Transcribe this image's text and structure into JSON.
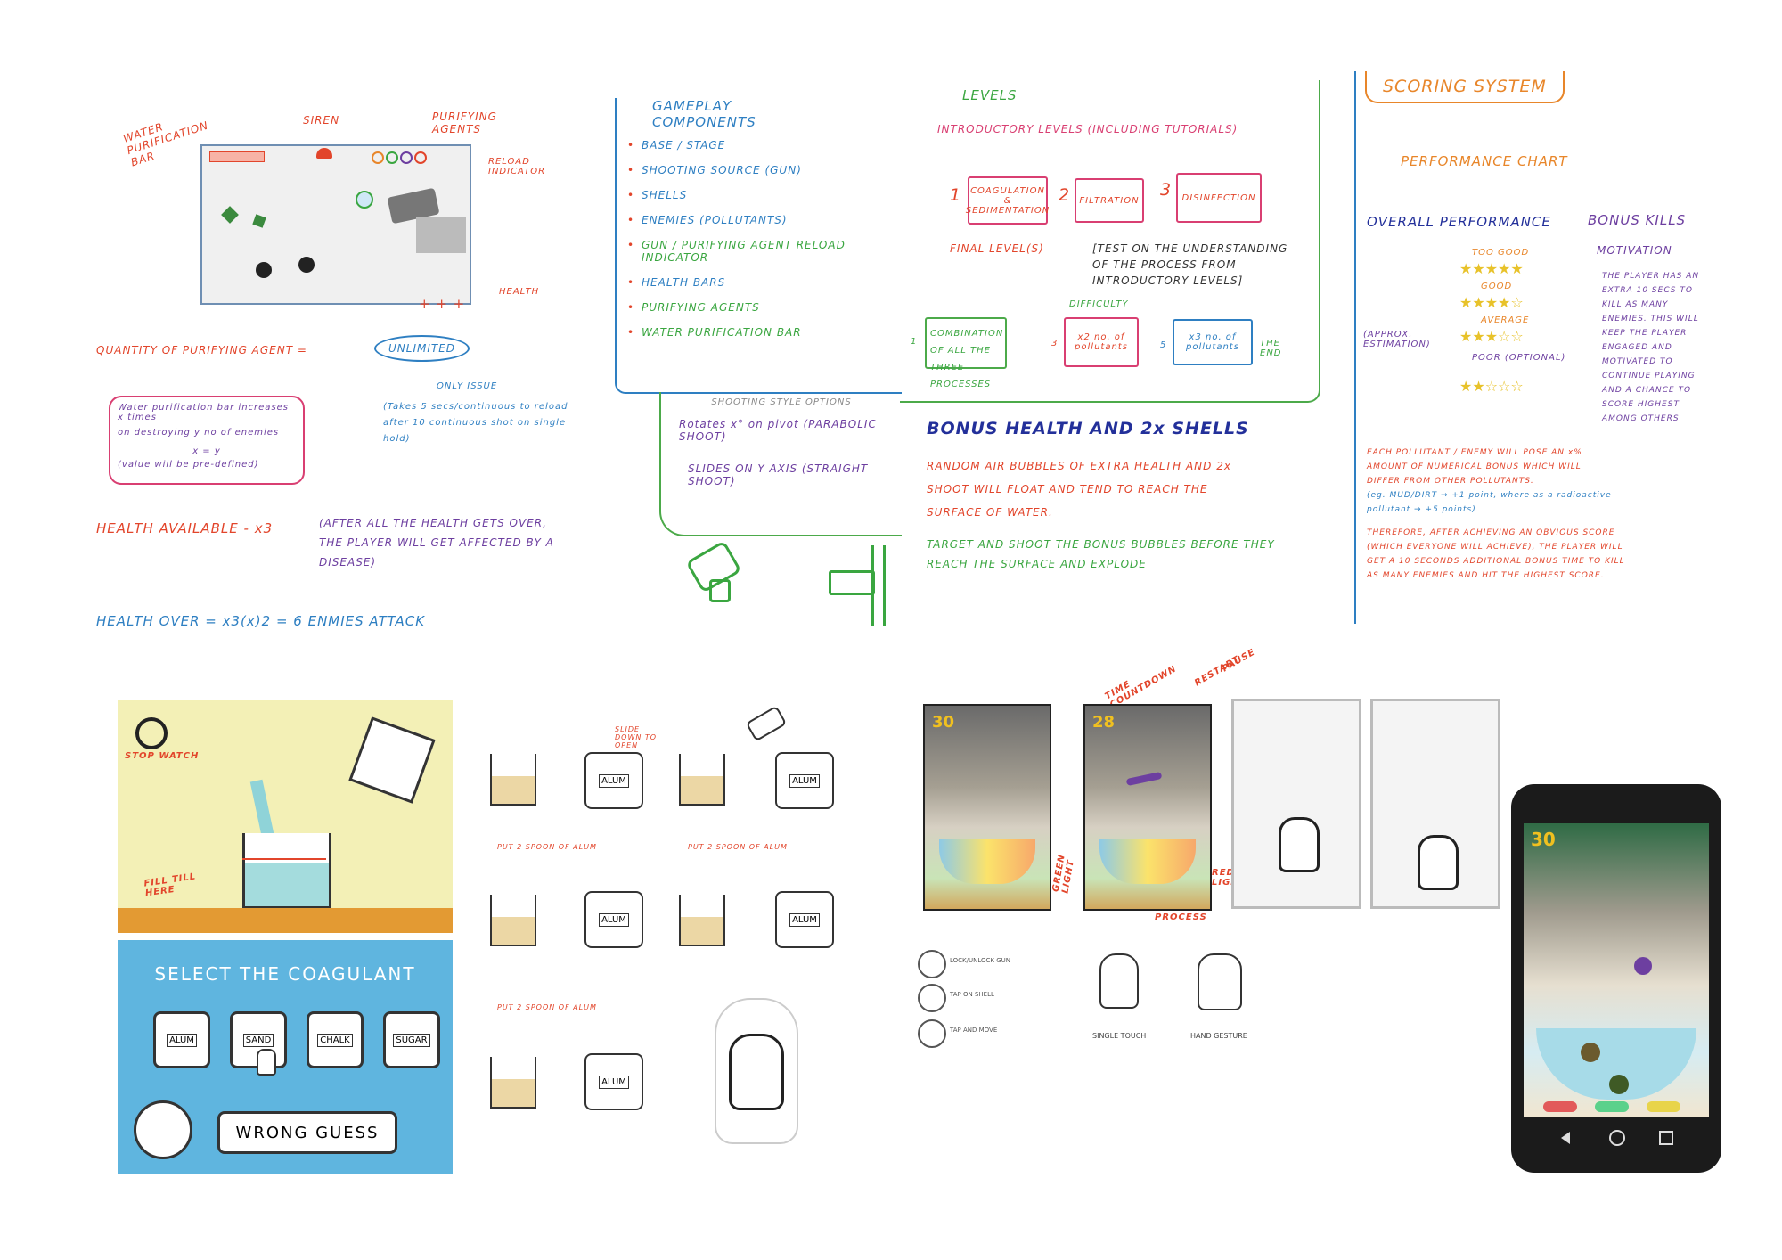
{
  "gameplay_sketch": {
    "labels": {
      "water_bar": "WATER PURIFICATION BAR",
      "siren": "SIREN",
      "purifying_agents": "PURIFYING AGENTS",
      "reload_indicator": "RELOAD INDICATOR",
      "health": "HEALTH",
      "health_marks": "+ + +"
    }
  },
  "notes": {
    "quantity_label": "QUANTITY OF PURIFYING AGENT =",
    "quantity_value": "UNLIMITED",
    "only_issue": "ONLY ISSUE",
    "only_issue_detail": "(Takes 5 secs/continuous to reload after 10 continuous shot on single hold)",
    "purple_box_line1": "Water purification bar increases x times",
    "purple_box_line2": "on destroying y no of enemies",
    "purple_box_line3": "x = y",
    "purple_box_line4": "(value will be pre-defined)",
    "health_available": "HEALTH AVAILABLE - x3",
    "health_explain": "(AFTER ALL THE HEALTH GETS OVER, THE PLAYER WILL GET AFFECTED BY A DISEASE)",
    "health_over": "HEALTH OVER = x3(x)2 = 6 ENMIES ATTACK"
  },
  "components": {
    "title": "GAMEPLAY COMPONENTS",
    "items": [
      "BASE / STAGE",
      "SHOOTING SOURCE (GUN)",
      "SHELLS",
      "ENEMIES (POLLUTANTS)",
      "GUN / PURIFYING AGENT RELOAD INDICATOR",
      "HEALTH BARS",
      "PURIFYING AGENTS",
      "WATER PURIFICATION BAR"
    ]
  },
  "shooting": {
    "title": "SHOOTING STYLE OPTIONS",
    "opt1": "Rotates x° on pivot (PARABOLIC SHOOT)",
    "opt2": "SLIDES ON Y AXIS (STRAIGHT SHOOT)"
  },
  "levels": {
    "title": "LEVELS",
    "intro": "INTRODUCTORY LEVELS (INCLUDING TUTORIALS)",
    "boxes": [
      {
        "num": "1",
        "text": "COAGULATION & SEDIMENTATION"
      },
      {
        "num": "2",
        "text": "FILTRATION"
      },
      {
        "num": "3",
        "text": "DISINFECTION"
      }
    ],
    "final": "FINAL LEVEL(S)",
    "final_note": "[TEST ON THE UNDERSTANDING OF THE PROCESS FROM INTRODUCTORY LEVELS]",
    "difficulty": "DIFFICULTY",
    "row_boxes": [
      "COMBINATION OF ALL THE THREE PROCESSES",
      "x2 no. of pollutants",
      "x3 no. of pollutants"
    ],
    "row_nums": [
      "1",
      "3",
      "5"
    ],
    "the_end": "THE END"
  },
  "bonus": {
    "title": "BONUS HEALTH AND 2x SHELLS",
    "text1": "RANDOM AIR BUBBLES OF EXTRA HEALTH AND 2x SHOOT WILL FLOAT AND TEND TO REACH THE SURFACE OF WATER.",
    "text2": "TARGET AND SHOOT THE BONUS BUBBLES BEFORE THEY REACH THE SURFACE AND EXPLODE"
  },
  "scoring": {
    "title": "SCORING SYSTEM",
    "chart": "PERFORMANCE CHART",
    "overall": "OVERALL PERFORMANCE",
    "bonus_kills": "BONUS KILLS",
    "ratings": [
      "TOO GOOD",
      "GOOD",
      "AVERAGE",
      "POOR (OPTIONAL)"
    ],
    "approx": "(APPROX. ESTIMATION)",
    "motivation": "MOTIVATION",
    "motivation_text": "THE PLAYER HAS AN EXTRA 10 SECS TO KILL AS MANY ENEMIES. THIS WILL KEEP THE PLAYER ENGAGED AND MOTIVATED TO CONTINUE PLAYING AND A CHANCE TO SCORE HIGHEST AMONG OTHERS",
    "note1": "EACH POLLUTANT / ENEMY WILL POSE AN x% AMOUNT OF NUMERICAL BONUS WHICH WILL DIFFER FROM OTHER POLLUTANTS.",
    "note2": "(eg. MUD/DIRT → +1 point, where as a radioactive pollutant → +5 points)",
    "note3": "THEREFORE, AFTER ACHIEVING AN OBVIOUS SCORE (WHICH EVERYONE WILL ACHIEVE), THE PLAYER WILL GET A 10 SECONDS ADDITIONAL BONUS TIME TO KILL AS MANY ENEMIES AND HIT THE HIGHEST SCORE."
  },
  "coagulant_game": {
    "stopwatch": "STOP WATCH",
    "fill": "FILL TILL HERE",
    "select_title": "SELECT THE COAGULANT",
    "jars": [
      "ALUM",
      "SAND",
      "CHALK",
      "SUGAR"
    ],
    "wrong": "WRONG GUESS"
  },
  "alum_steps": {
    "jar_label": "ALUM",
    "step_note1": "SLIDE DOWN TO OPEN",
    "step_note2": "PUT 2 SPOON OF ALUM",
    "step_note3": "PUT 2 SPOON OF ALUM",
    "step_note4": "PUT 2 SPOON OF ALUM"
  },
  "screens": {
    "timer_values": [
      "30",
      "28"
    ],
    "annotations": {
      "time_countdown": "TIME COUNTDOWN",
      "restart": "RESTART",
      "pause": "PAUSE",
      "green_light": "GREEN LIGHT",
      "red_light": "RED LIGHT",
      "process": "PROCESS"
    },
    "legend": [
      "LOCK/UNLOCK GUN",
      "TAP ON SHELL",
      "TAP AND MOVE"
    ],
    "gestures": [
      "SINGLE TOUCH",
      "HAND GESTURE"
    ]
  },
  "phone": {
    "timer": "30"
  },
  "colors": {
    "blue": "#2e7fc2",
    "red": "#e2452b",
    "green": "#3aa640",
    "purple": "#6d3fa0",
    "yellow_panel": "#f3f0b6",
    "blue_panel": "#5fb5df",
    "orange_floor": "#e39a33"
  }
}
